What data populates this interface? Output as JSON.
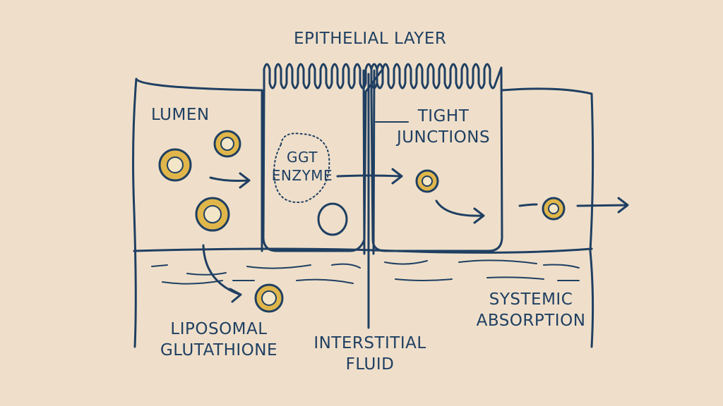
{
  "labels": {
    "epithelial_layer": "EPITHELIAL LAYER",
    "lumen": "LUMEN",
    "tight_junctions": [
      "TIGHT",
      "JUNCTIONS"
    ],
    "ggt_enzyme": [
      "GGT",
      "ENZYME"
    ],
    "liposomal_glutathione": [
      "LIPOSOMAL",
      "GLUTATHIONE"
    ],
    "interstitial_fluid": [
      "INTERSTITIAL",
      "FLUID"
    ],
    "systemic_absorption": [
      "SYSTEMIC",
      "ABSORPTION"
    ]
  },
  "colors": {
    "background": "#efdfca",
    "ink": "#1f3f62",
    "liposome_fill": "#e0b64a",
    "liposome_core": "#f3e6c8"
  }
}
